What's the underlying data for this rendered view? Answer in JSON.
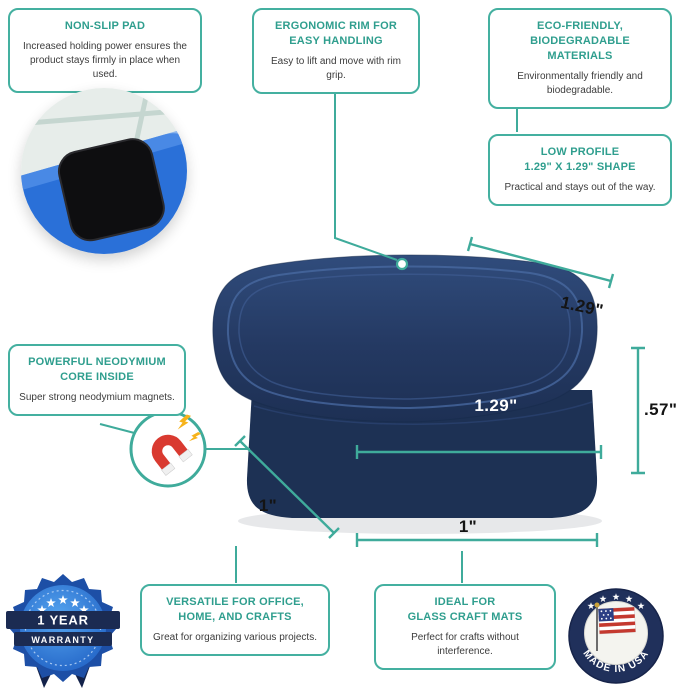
{
  "colors": {
    "accent": "#3fab9b",
    "accent_text": "#2f9e8e",
    "product_navy": "#22375f",
    "seal_blue": "#1d5cb8",
    "banner_navy": "#1b2b52",
    "usa_navy": "#20305b",
    "magnet_red": "#d93a30",
    "bolt_yellow": "#f6b31b"
  },
  "callouts": {
    "non_slip": {
      "title": "NON-SLIP PAD",
      "body": "Increased holding power ensures the product stays firmly in place when used."
    },
    "ergonomic": {
      "title": "ERGONOMIC RIM FOR\nEASY HANDLING",
      "body": "Easy to lift and move with rim grip."
    },
    "eco": {
      "title": "ECO-FRIENDLY,\nBIODEGRADABLE MATERIALS",
      "body": "Environmentally friendly and biodegradable."
    },
    "low_profile": {
      "title": "LOW PROFILE\n1.29\" X 1.29\" SHAPE",
      "body": "Practical and stays out of the way."
    },
    "neodymium": {
      "title": "POWERFUL NEODYMIUM\nCORE INSIDE",
      "body": "Super strong neodymium magnets."
    },
    "versatile": {
      "title": "VERSATILE FOR OFFICE,\nHOME, AND CRAFTS",
      "body": "Great for organizing various projects."
    },
    "ideal": {
      "title": "IDEAL FOR\nGLASS CRAFT MATS",
      "body": "Perfect for crafts without interference."
    }
  },
  "dimensions": {
    "top_width": "1.29\"",
    "front_width": "1.29\"",
    "height": ".57\"",
    "left_depth": "1\"",
    "bottom_width": "1\""
  },
  "badges": {
    "warranty_line1": "1 YEAR",
    "warranty_line2": "WARRANTY",
    "made_in_usa": "MADE IN USA"
  },
  "icons": {
    "magnet": "magnet-icon",
    "non_slip_photo": "non-slip-pad-photo",
    "warranty_seal": "warranty-seal-icon",
    "usa_flag": "usa-flag-icon"
  }
}
